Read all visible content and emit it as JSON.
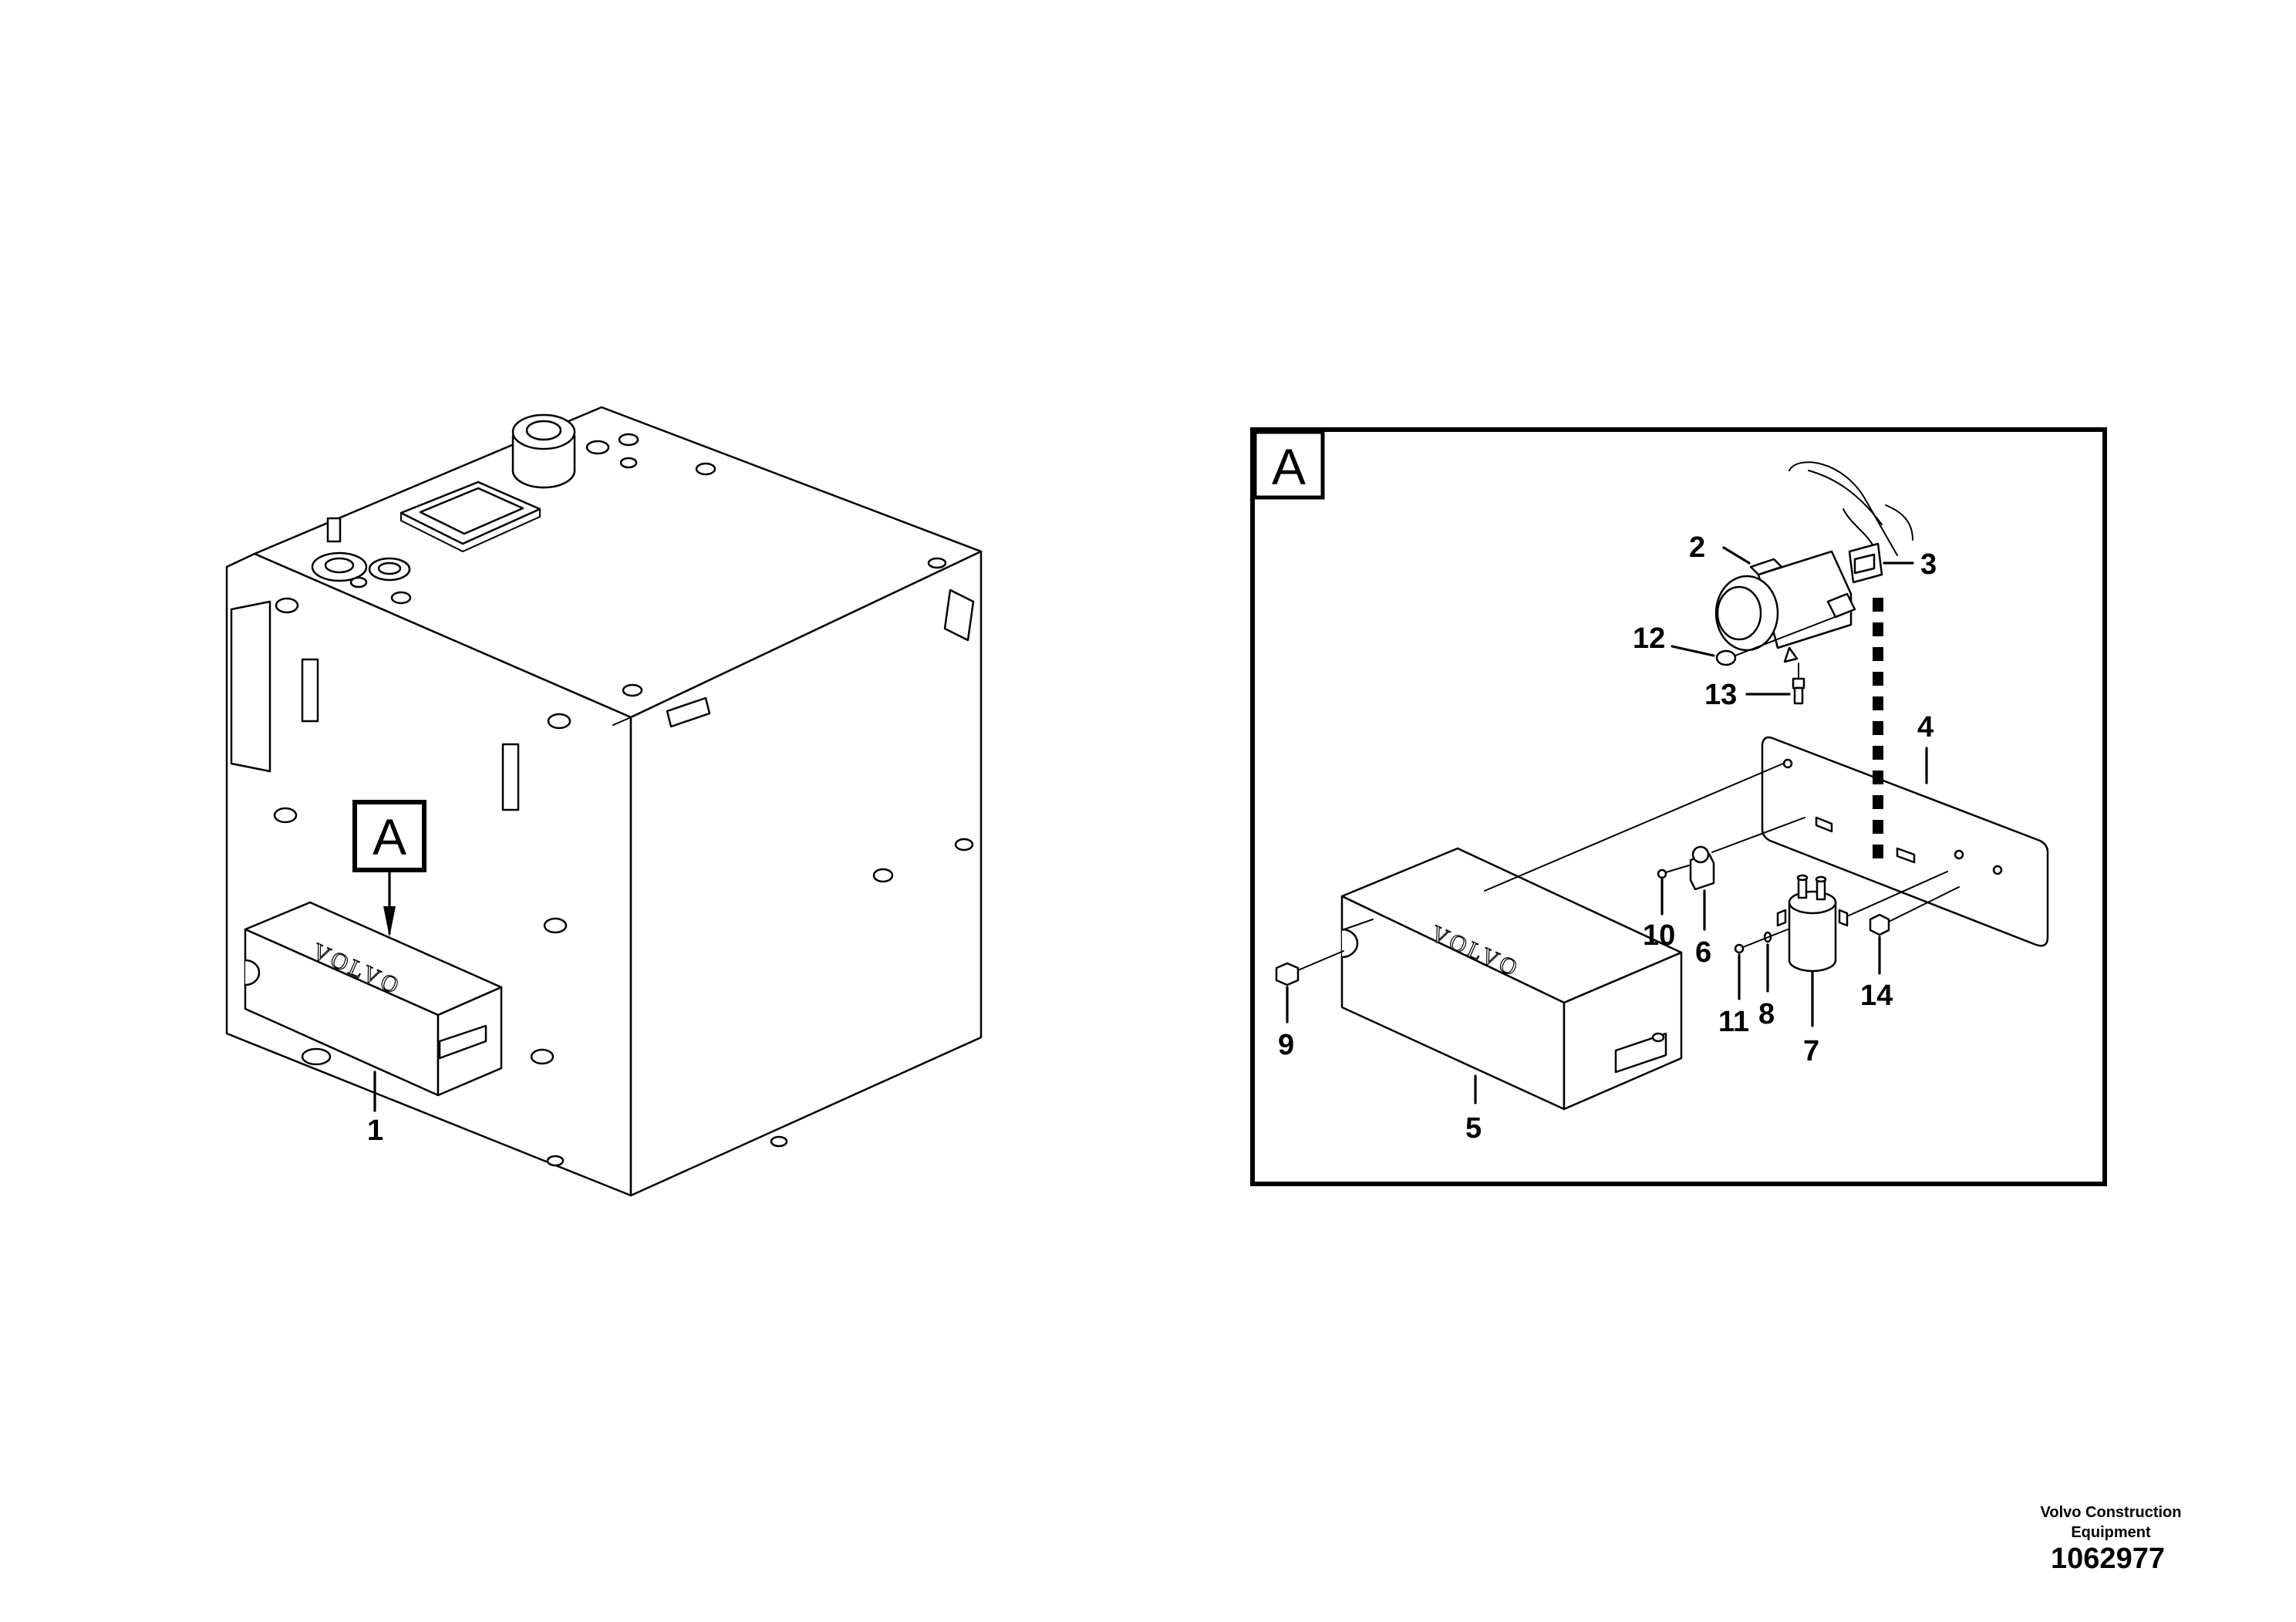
{
  "callouts": {
    "main_view_letter": "A",
    "detail_frame_letter": "A"
  },
  "brand_marks": {
    "main_block": "VOLVO",
    "detail_block": "VOLVO"
  },
  "part_labels": {
    "p1": "1",
    "p2": "2",
    "p3": "3",
    "p4": "4",
    "p5": "5",
    "p6": "6",
    "p7": "7",
    "p8": "8",
    "p9": "9",
    "p10": "10",
    "p11": "11",
    "p12": "12",
    "p13": "13",
    "p14": "14"
  },
  "footer": {
    "company_line1": "Volvo Construction",
    "company_line2": "Equipment",
    "part_number": "1062977"
  }
}
